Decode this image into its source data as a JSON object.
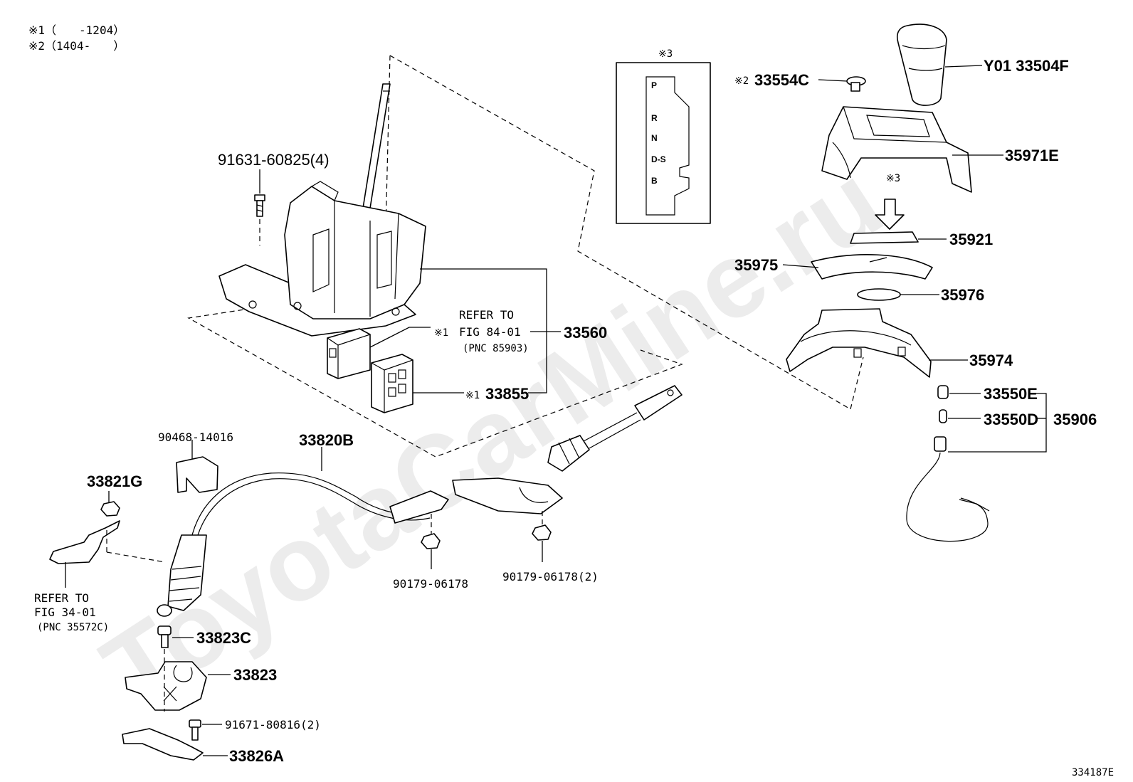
{
  "notes": {
    "n1": "※1（　　-1204）",
    "n2": "※2（1404-　　）",
    "gate_marker": "※3"
  },
  "gate_positions": [
    "P",
    "R",
    "N",
    "D-S",
    "B"
  ],
  "watermark": "ToyotaCarMine.ru",
  "diagram_id": "334187E",
  "parts": {
    "p91631": "91631-60825(4)",
    "p33554c_mark": "※2",
    "p33554c": "33554C",
    "p33504f": "Y01 33504F",
    "p35971e": "35971E",
    "p35921_mark": "※3",
    "p35921": "35921",
    "p35975": "35975",
    "p35976": "35976",
    "p35974": "35974",
    "p33550e": "33550E",
    "p33550d": "33550D",
    "p35906": "35906",
    "p33560": "33560",
    "p33855_mark": "※1",
    "p33855": "33855",
    "p90468": "90468-14016",
    "p33820b": "33820B",
    "p33821g": "33821G",
    "p90179a": "90179-06178",
    "p90179b": "90179-06178(2)",
    "p33823c": "33823C",
    "p33823": "33823",
    "p91671": "91671-80816(2)",
    "p33826a": "33826A"
  },
  "refs": {
    "fig84_mark": "※1",
    "fig84_l1": "REFER TO",
    "fig84_l2": "FIG 84-01",
    "fig84_l3": "(PNC 85903)",
    "fig34_l1": "REFER TO",
    "fig34_l2": "FIG 34-01",
    "fig34_l3": "(PNC 35572C)"
  }
}
